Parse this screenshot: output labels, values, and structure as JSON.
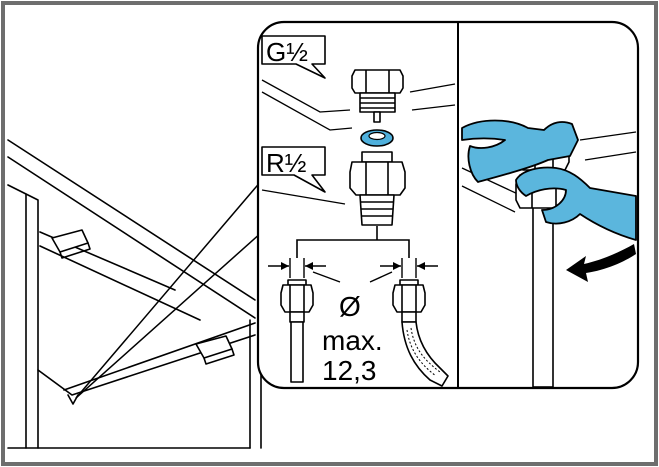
{
  "labels": {
    "thread_g": "G½",
    "thread_r": "R½",
    "diameter_symbol": "Ø",
    "max_prefix": "max.",
    "max_value": "12,3"
  },
  "colors": {
    "wrench": "#5bb6dd",
    "frame": "#6e6e6e",
    "line": "#000000",
    "background": "#ffffff"
  }
}
